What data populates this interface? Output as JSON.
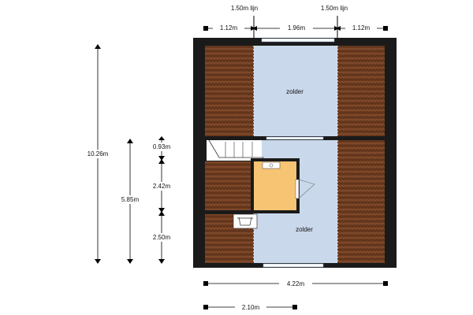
{
  "dimensions": {
    "line_left": "1.50m lijn",
    "line_right": "1.50m lijn",
    "top_left": "1.12m",
    "top_middle": "1.96m",
    "top_right": "1.12m",
    "total_height": "10.26m",
    "partial_height": "5.85m",
    "stair_height": "0.93m",
    "bathroom_height": "2.42m",
    "lower_height": "2.50m",
    "total_width": "4.22m",
    "partial_width": "2.10m"
  },
  "rooms": {
    "top_room": "zolder",
    "bottom_room": "zolder"
  },
  "colors": {
    "roof": "#6b3a1f",
    "floor": "#c9d8ea",
    "bathroom": "#f6c473",
    "wall": "#1a1a1a"
  }
}
